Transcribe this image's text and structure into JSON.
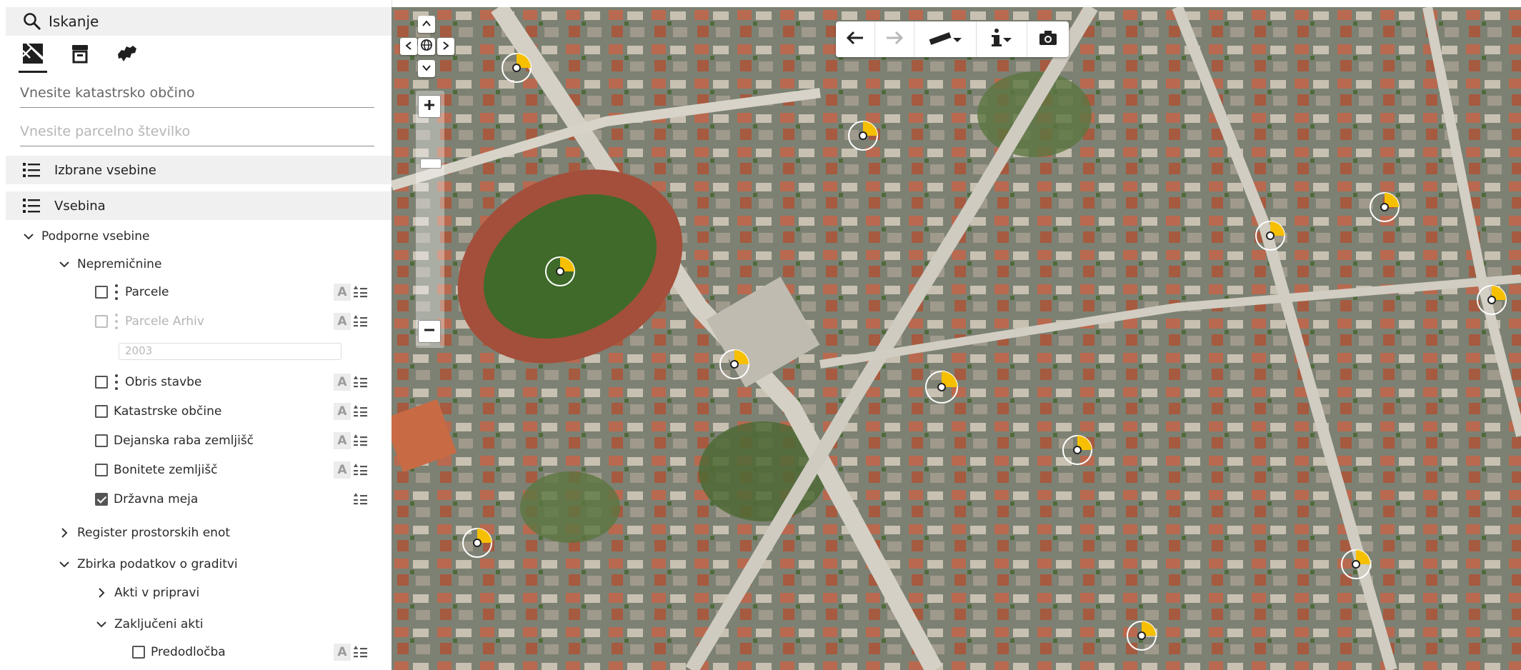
{
  "search": {
    "label": "Iskanje",
    "icon": "search-icon"
  },
  "tabs": [
    {
      "icon": "parcel-icon",
      "active": true
    },
    {
      "icon": "building-icon",
      "active": false
    },
    {
      "icon": "map-region-icon",
      "active": false
    }
  ],
  "inputs": {
    "cadastral_placeholder": "Vnesite katastrsko občino",
    "parcel_placeholder": "Vnesite parcelno številko"
  },
  "sections": {
    "selected": "Izbrane vsebine",
    "content": "Vsebina"
  },
  "tree": {
    "podporne": "Podporne vsebine",
    "nepremicnine": "Nepremičnine",
    "layers": [
      {
        "label": "Parcele",
        "checked": false
      },
      {
        "label": "Parcele Arhiv",
        "checked": false,
        "disabled": true
      },
      {
        "label": "Obris stavbe",
        "checked": false
      },
      {
        "label": "Katastrske občine",
        "checked": false
      },
      {
        "label": "Dejanska raba zemljišč",
        "checked": false
      },
      {
        "label": "Bonitete zemljišč",
        "checked": false
      },
      {
        "label": "Državna meja",
        "checked": true
      }
    ],
    "archive_year": "2003",
    "register": "Register prostorskih enot",
    "zbirka": "Zbirka podatkov o graditvi",
    "akti_pripravi": "Akti v pripravi",
    "zakljuceni": "Zaključeni akti",
    "predodlocba": "Predodločba"
  },
  "colors": {
    "marker_fill": "#f6c000",
    "section_bg": "#f0f0f0",
    "ui_bg": "#ffffff"
  }
}
